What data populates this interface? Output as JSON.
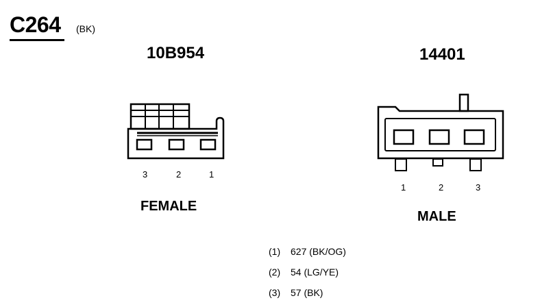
{
  "connector": {
    "id": "C264",
    "color": "(BK)"
  },
  "female": {
    "part_number": "10B954",
    "label": "FEMALE",
    "pins": [
      "3",
      "2",
      "1"
    ]
  },
  "male": {
    "part_number": "14401",
    "label": "MALE",
    "pins": [
      "1",
      "2",
      "3"
    ]
  },
  "circuits": [
    {
      "pin": "(1)",
      "desc": "627 (BK/OG)"
    },
    {
      "pin": "(2)",
      "desc": "54 (LG/YE)"
    },
    {
      "pin": "(3)",
      "desc": "57 (BK)"
    }
  ]
}
